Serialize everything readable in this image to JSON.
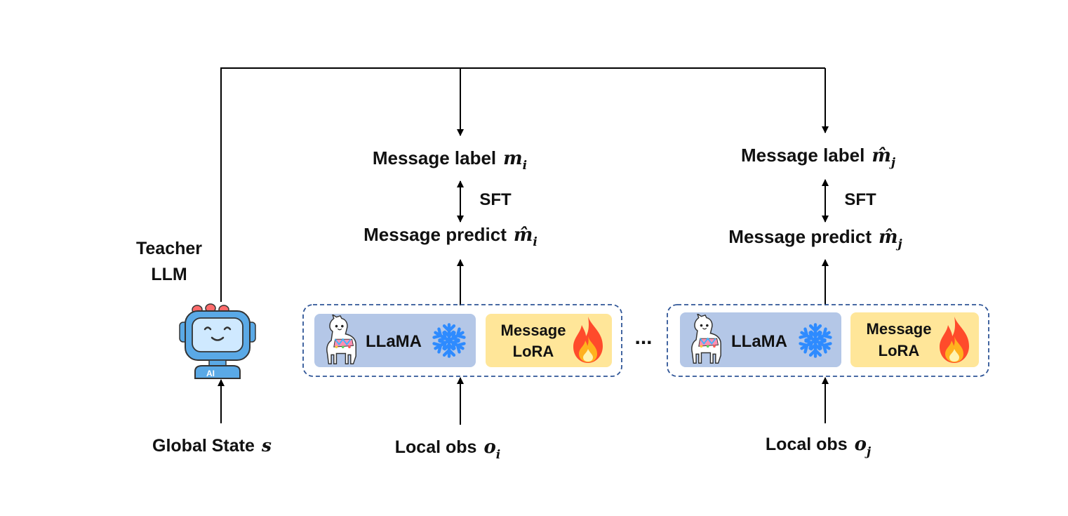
{
  "teacher": {
    "label_line1": "Teacher",
    "label_line2": "LLM",
    "robot_badge": "AI"
  },
  "global_state": {
    "label": "Global State",
    "var": "s"
  },
  "agent_i": {
    "message_label": "Message label",
    "label_var": "m",
    "label_sub": "i",
    "sft": "SFT",
    "message_predict": "Message predict",
    "predict_var": "m̂",
    "predict_sub": "i",
    "llama": "LLaMA",
    "lora_line1": "Message",
    "lora_line2": "LoRA",
    "obs_label": "Local obs",
    "obs_var": "o",
    "obs_sub": "i"
  },
  "agent_j": {
    "message_label": "Message label",
    "label_var": "m̂",
    "label_sub": "j",
    "sft": "SFT",
    "message_predict": "Message predict",
    "predict_var": "m̂",
    "predict_sub": "j",
    "llama": "LLaMA",
    "lora_line1": "Message",
    "lora_line2": "LoRA",
    "obs_label": "Local obs",
    "obs_var": "o",
    "obs_sub": "j"
  },
  "ellipsis": "...",
  "colors": {
    "llama_box": "#b4c7e7",
    "lora_box": "#ffe699",
    "dashed_border": "#2f5597",
    "snowflake": "#2e8bff",
    "robot_body": "#5aa9e6",
    "robot_accent": "#ff6b6b",
    "flame_outer": "#ff4b2b",
    "flame_inner": "#ffb21e"
  },
  "icons": [
    "robot-icon",
    "llama-icon",
    "snowflake-icon",
    "flame-icon"
  ]
}
